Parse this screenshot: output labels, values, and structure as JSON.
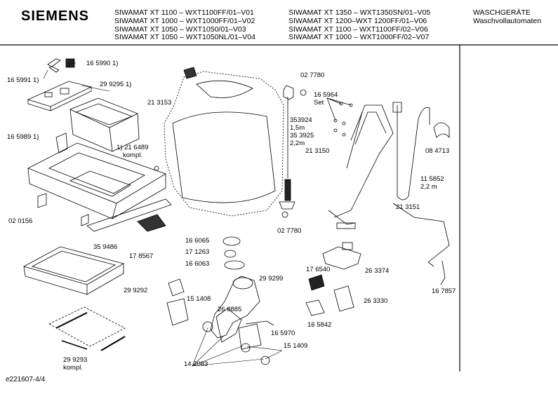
{
  "header": {
    "brand": "SIEMENS",
    "models_left": [
      "SIWAMAT XT 1100 – WXT1100FF/01–V01",
      "SIWAMAT XT 1000 – WXT1000FF/01–V02",
      "SIWAMAT XT 1050 – WXT1050/01–V03",
      "SIWAMAT XT 1050 – WXT1050NL/01–V04"
    ],
    "models_right": [
      "SIWAMAT XT 1350 – WXT1350SN/01–V05",
      "SIWAMAT XT 1200–WXT 1200FF/01–V06",
      "SIWAMAT XT 1100 – WXT1100FF/02–V06",
      "SIWAMAT XT 1000 – WXT1000FF/02–V07"
    ],
    "category": "WASCHGERÄTE",
    "subcategory": "Waschvollautomaten"
  },
  "parts": {
    "p1": "16 5990 1)",
    "p2": "16 5991 1)",
    "p3": "29 9295 1)",
    "p4": "21 3153",
    "p5": "16 5989 1)",
    "p6": "1) 21 6489",
    "p6b": "kompl.",
    "p7": "02 0156",
    "p8": "35 9486",
    "p9": "17 8567",
    "p10": "29 9292",
    "p11": "29 9293",
    "p11b": "kompl.",
    "p12": "02 7780",
    "p13": "16 5964",
    "p13b": "Set",
    "p14": "353924",
    "p14b": "1,5m",
    "p14c": "35 3925",
    "p14d": "2,2m",
    "p15": "21 3150",
    "p16": "08 4713",
    "p17": "11 5852",
    "p17b": "2,2 m",
    "p18": "21 3151",
    "p19": "02 7780",
    "p20": "16 6065",
    "p21": "17 1263",
    "p22": "16 6063",
    "p23": "17 6540",
    "p24": "26 3374",
    "p25": "29 9299",
    "p26": "15 1408",
    "p27": "26 8885",
    "p28": "26 3330",
    "p29": "16 7857",
    "p30": "16 5842",
    "p31": "16 5970",
    "p32": "15 1409",
    "p33": "14 2083"
  },
  "footer": {
    "doc_id": "e221607-4/4"
  }
}
